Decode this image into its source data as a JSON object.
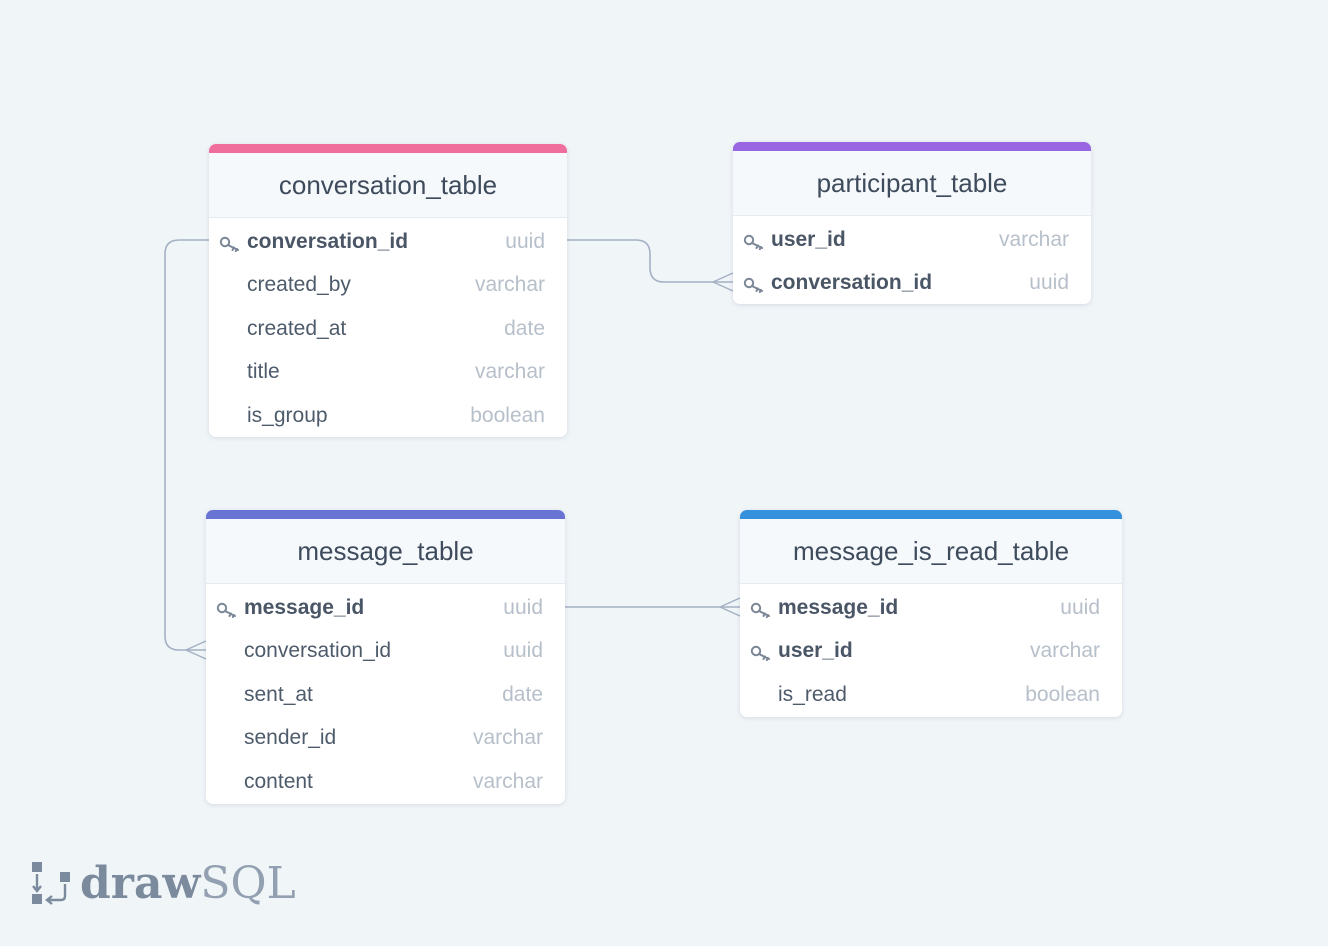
{
  "tables": [
    {
      "name": "conversation_table",
      "accent": "#f06e9c",
      "columns": [
        {
          "name": "conversation_id",
          "type": "uuid",
          "key": true
        },
        {
          "name": "created_by",
          "type": "varchar",
          "key": false
        },
        {
          "name": "created_at",
          "type": "date",
          "key": false
        },
        {
          "name": "title",
          "type": "varchar",
          "key": false
        },
        {
          "name": "is_group",
          "type": "boolean",
          "key": false
        }
      ]
    },
    {
      "name": "participant_table",
      "accent": "#9766e0",
      "columns": [
        {
          "name": "user_id",
          "type": "varchar",
          "key": true
        },
        {
          "name": "conversation_id",
          "type": "uuid",
          "key": true
        }
      ]
    },
    {
      "name": "message_table",
      "accent": "#6873d4",
      "columns": [
        {
          "name": "message_id",
          "type": "uuid",
          "key": true
        },
        {
          "name": "conversation_id",
          "type": "uuid",
          "key": false
        },
        {
          "name": "sent_at",
          "type": "date",
          "key": false
        },
        {
          "name": "sender_id",
          "type": "varchar",
          "key": false
        },
        {
          "name": "content",
          "type": "varchar",
          "key": false
        }
      ]
    },
    {
      "name": "message_is_read_table",
      "accent": "#3691dc",
      "columns": [
        {
          "name": "message_id",
          "type": "uuid",
          "key": true
        },
        {
          "name": "user_id",
          "type": "varchar",
          "key": true
        },
        {
          "name": "is_read",
          "type": "boolean",
          "key": false
        }
      ]
    }
  ],
  "relations": [
    {
      "from": "conversation_table.conversation_id",
      "to": "participant_table.conversation_id",
      "cardinality": "one-to-many"
    },
    {
      "from": "conversation_table.conversation_id",
      "to": "message_table.conversation_id",
      "cardinality": "one-to-many"
    },
    {
      "from": "message_table.message_id",
      "to": "message_is_read_table.message_id",
      "cardinality": "one-to-many"
    }
  ],
  "logo": {
    "part1": "draw",
    "part2": "SQL"
  }
}
